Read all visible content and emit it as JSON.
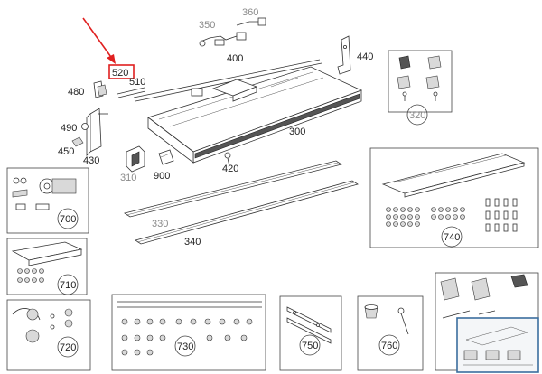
{
  "highlight_color": "#e02020",
  "thumbnail_border_color": "#3b6e9e",
  "labels": {
    "p350": "350",
    "p360": "360",
    "p400": "400",
    "p440": "440",
    "p520": "520",
    "p480": "480",
    "p510": "510",
    "p320": "320",
    "p490": "490",
    "p450": "450",
    "p430": "430",
    "p300": "300",
    "p310": "310",
    "p900": "900",
    "p420": "420",
    "p700": "700",
    "p330": "330",
    "p340": "340",
    "p740": "740",
    "p710": "710",
    "p720": "720",
    "p730": "730",
    "p750": "750",
    "p760": "760"
  }
}
